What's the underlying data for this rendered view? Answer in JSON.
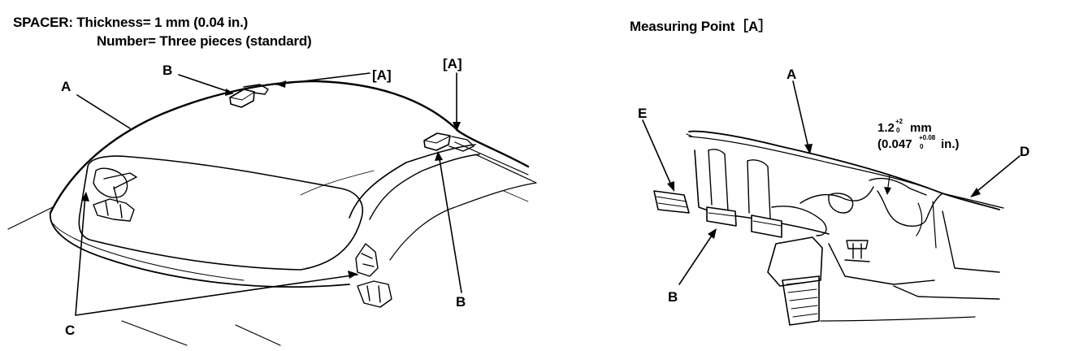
{
  "left_panel": {
    "spacer_heading": "SPACER: Thickness= 1 mm (0.04 in.)",
    "spacer_number": "Number= Three pieces (standard)",
    "callouts": {
      "a": "A",
      "b_top": "B",
      "a_bracket_1": "[A]",
      "a_bracket_2": "[A]",
      "b_bottom": "B",
      "c": "C"
    }
  },
  "right_panel": {
    "heading": "Measuring Point［A］",
    "callouts": {
      "a": "A",
      "b": "B",
      "d": "D",
      "e": "E"
    },
    "dimension": {
      "metric_value": "1.2",
      "metric_tol_upper": "+2",
      "metric_tol_lower": "0",
      "metric_unit": "mm",
      "imperial_open": "(0.047",
      "imperial_tol_upper": "+0.08",
      "imperial_tol_lower": "0",
      "imperial_unit": "in.)"
    }
  }
}
